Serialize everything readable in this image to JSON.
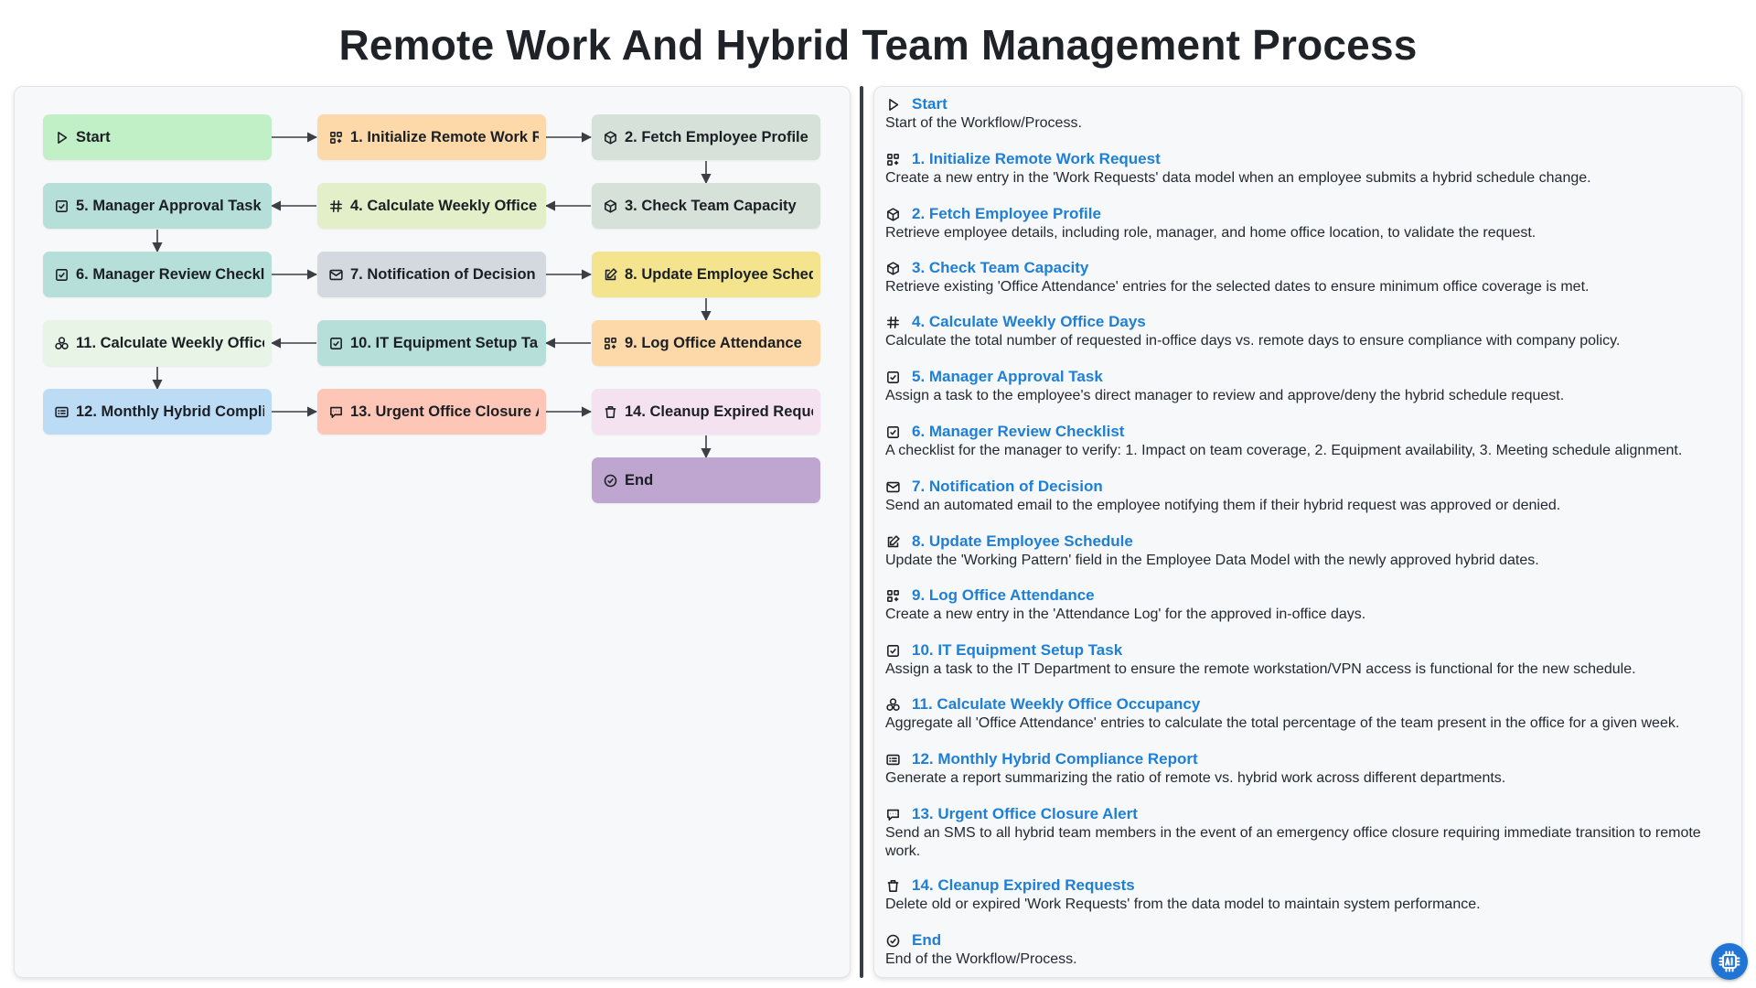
{
  "title": "Remote Work And Hybrid Team Management Process",
  "colors": {
    "start": "#c1f0c6",
    "peach": "#fdd8a8",
    "sage": "#d6e2d9",
    "lime": "#e2efc9",
    "teal": "#b6dfd9",
    "gray": "#d3d9de",
    "yellow": "#f4e48e",
    "mint": "#e8f4e6",
    "blue": "#bcdcf6",
    "salmon": "#fdc6b6",
    "pink": "#f5e2f1",
    "purple": "#bfa6d1",
    "link": "#1e7fd6"
  },
  "nodes": [
    {
      "id": "start",
      "label": "Start",
      "icon": "play-icon"
    },
    {
      "id": "n1",
      "label": "1. Initialize Remote Work Request",
      "icon": "grid-icon"
    },
    {
      "id": "n2",
      "label": "2. Fetch Employee Profile",
      "icon": "cube-icon"
    },
    {
      "id": "n3",
      "label": "3. Check Team Capacity",
      "icon": "cube-icon"
    },
    {
      "id": "n4",
      "label": "4. Calculate Weekly Office Days",
      "icon": "hash-icon"
    },
    {
      "id": "n5",
      "label": "5. Manager Approval Task",
      "icon": "checkbox-icon"
    },
    {
      "id": "n6",
      "label": "6. Manager Review Checklist",
      "icon": "checkbox-icon"
    },
    {
      "id": "n7",
      "label": "7. Notification of Decision",
      "icon": "mail-icon"
    },
    {
      "id": "n8",
      "label": "8. Update Employee Schedule",
      "icon": "edit-icon"
    },
    {
      "id": "n9",
      "label": "9. Log Office Attendance",
      "icon": "grid-icon"
    },
    {
      "id": "n10",
      "label": "10. IT Equipment Setup Task",
      "icon": "checkbox-icon"
    },
    {
      "id": "n11",
      "label": "11. Calculate Weekly Office Occupancy",
      "icon": "circles-icon"
    },
    {
      "id": "n12",
      "label": "12. Monthly Hybrid Compliance Report",
      "icon": "report-icon"
    },
    {
      "id": "n13",
      "label": "13. Urgent Office Closure Alert",
      "icon": "message-icon"
    },
    {
      "id": "n14",
      "label": "14. Cleanup Expired Requests",
      "icon": "trash-icon"
    },
    {
      "id": "end",
      "label": "End",
      "icon": "check-circle-icon"
    }
  ],
  "details": [
    {
      "title": "Start",
      "desc": "Start of the Workflow/Process."
    },
    {
      "title": "1. Initialize Remote Work Request",
      "desc": "Create a new entry in the 'Work Requests' data model when an employee submits a hybrid schedule change."
    },
    {
      "title": "2. Fetch Employee Profile",
      "desc": "Retrieve employee details, including role, manager, and home office location, to validate the request."
    },
    {
      "title": "3. Check Team Capacity",
      "desc": "Retrieve existing 'Office Attendance' entries for the selected dates to ensure minimum office coverage is met."
    },
    {
      "title": "4. Calculate Weekly Office Days",
      "desc": "Calculate the total number of requested in-office days vs. remote days to ensure compliance with company policy."
    },
    {
      "title": "5. Manager Approval Task",
      "desc": "Assign a task to the employee's direct manager to review and approve/deny the hybrid schedule request."
    },
    {
      "title": "6. Manager Review Checklist",
      "desc": "A checklist for the manager to verify: 1. Impact on team coverage, 2. Equipment availability, 3. Meeting schedule alignment."
    },
    {
      "title": "7. Notification of Decision",
      "desc": "Send an automated email to the employee notifying them if their hybrid request was approved or denied."
    },
    {
      "title": "8. Update Employee Schedule",
      "desc": "Update the 'Working Pattern' field in the Employee Data Model with the newly approved hybrid dates."
    },
    {
      "title": "9. Log Office Attendance",
      "desc": "Create a new entry in the 'Attendance Log' for the approved in-office days."
    },
    {
      "title": "10. IT Equipment Setup Task",
      "desc": "Assign a task to the IT Department to ensure the remote workstation/VPN access is functional for the new schedule."
    },
    {
      "title": "11. Calculate Weekly Office Occupancy",
      "desc": "Aggregate all 'Office Attendance' entries to calculate the total percentage of the team present in the office for a given week."
    },
    {
      "title": "12. Monthly Hybrid Compliance Report",
      "desc": "Generate a report summarizing the ratio of remote vs. hybrid work across different departments."
    },
    {
      "title": "13. Urgent Office Closure Alert",
      "desc": "Send an SMS to all hybrid team members in the event of an emergency office closure requiring immediate transition to remote work."
    },
    {
      "title": "14. Cleanup Expired Requests",
      "desc": "Delete old or expired 'Work Requests' from the data model to maintain system performance."
    },
    {
      "title": "End",
      "desc": "End of the Workflow/Process."
    }
  ]
}
